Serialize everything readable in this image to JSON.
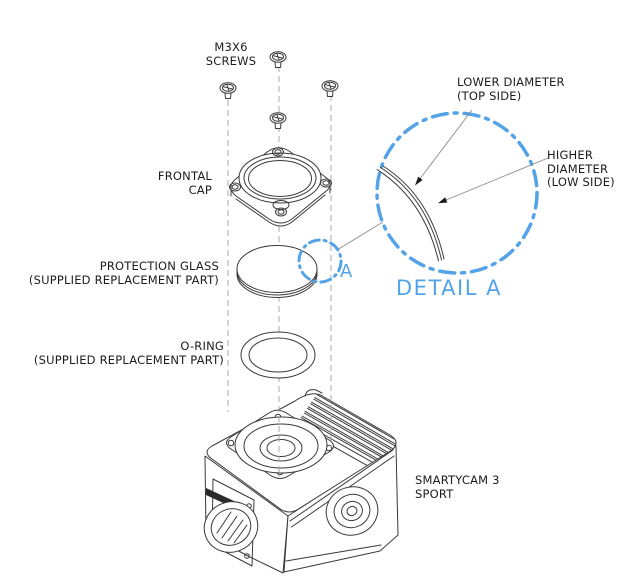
{
  "diagram": {
    "kind": "exploded assembly technical illustration",
    "subject": "camera front protection glass replacement"
  },
  "labels": {
    "screws": {
      "line1": "M3X6",
      "line2": "SCREWS"
    },
    "frontal_cap": {
      "line1": "FRONTAL",
      "line2": "CAP"
    },
    "protection_glass": {
      "line1": "PROTECTION GLASS",
      "line2": "(SUPPLIED REPLACEMENT PART)"
    },
    "o_ring": {
      "line1": "O-RING",
      "line2": "(SUPPLIED REPLACEMENT PART)"
    },
    "camera": {
      "line1": "SMARTYCAM 3",
      "line2": "SPORT"
    },
    "lower_diameter": {
      "line1": "LOWER DIAMETER",
      "line2": "(TOP SIDE)"
    },
    "higher_diameter": {
      "line1": "HIGHER",
      "line2": "DIAMETER",
      "line3": "(LOW SIDE)"
    },
    "detail_marker": "A",
    "detail_title": "DETAIL A"
  },
  "colors": {
    "accent_blue": "#54A3E8",
    "line_art": "#3A3A3A",
    "text": "#1C1C1C",
    "background": "#FFFFFF"
  }
}
